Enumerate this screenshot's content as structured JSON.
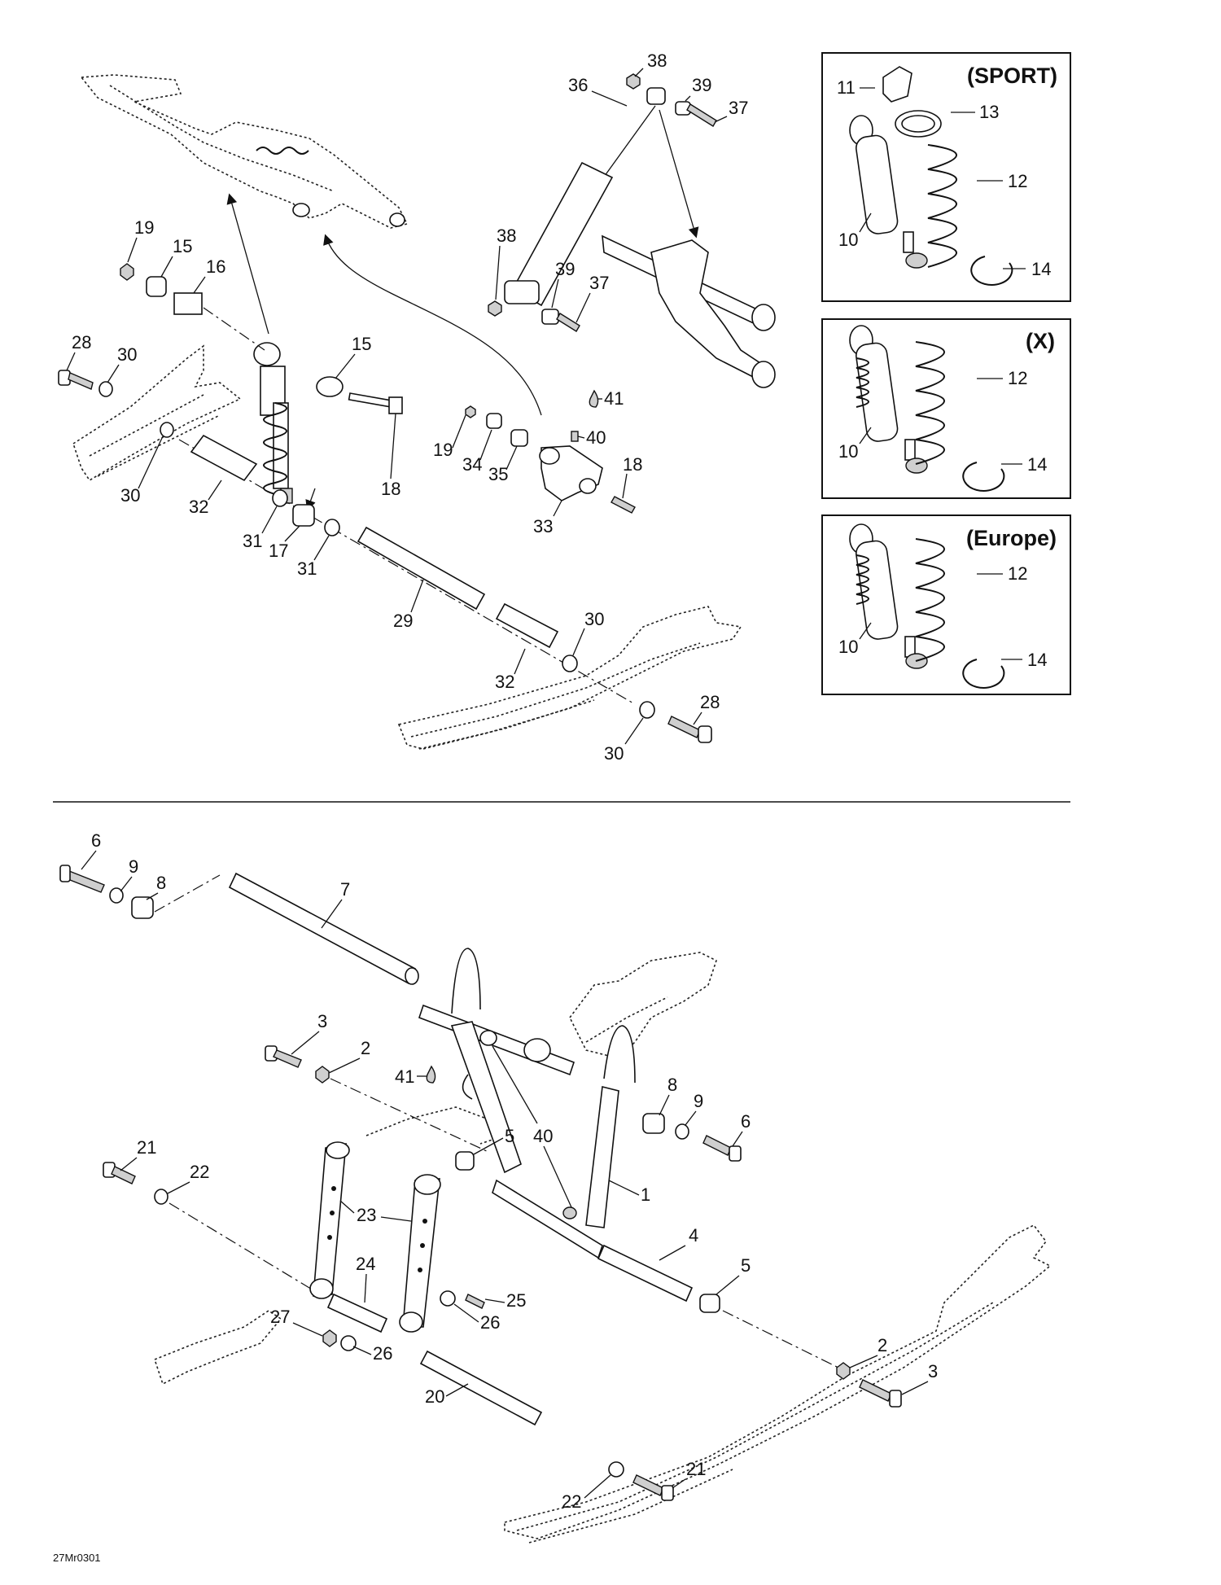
{
  "diagram": {
    "figure_code": "27Mr0301",
    "variants": [
      {
        "id": "sport",
        "title": "(SPORT)",
        "parts": [
          "11",
          "13",
          "12",
          "10",
          "14"
        ]
      },
      {
        "id": "x",
        "title": "(X)",
        "parts": [
          "12",
          "10",
          "14"
        ]
      },
      {
        "id": "europe",
        "title": "(Europe)",
        "parts": [
          "12",
          "10",
          "14"
        ]
      }
    ],
    "upper_callouts": [
      "38",
      "36",
      "39",
      "37",
      "19",
      "15",
      "16",
      "38",
      "39",
      "37",
      "28",
      "30",
      "15",
      "41",
      "40",
      "19",
      "34",
      "35",
      "18",
      "18",
      "30",
      "32",
      "31",
      "17",
      "31",
      "33",
      "29",
      "30",
      "32",
      "28",
      "30"
    ],
    "lower_callouts": [
      "6",
      "9",
      "8",
      "7",
      "3",
      "2",
      "41",
      "8",
      "9",
      "6",
      "5",
      "40",
      "21",
      "22",
      "1",
      "23",
      "4",
      "24",
      "5",
      "25",
      "27",
      "26",
      "26",
      "20",
      "2",
      "3",
      "21",
      "22"
    ],
    "colors": {
      "ink": "#111111",
      "frame": "#222222",
      "fill_dark": "#cfcfcf",
      "paper": "#ffffff"
    }
  }
}
